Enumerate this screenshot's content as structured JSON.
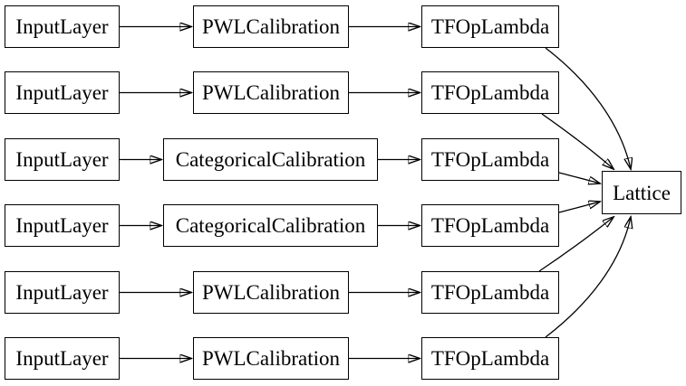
{
  "diagram": {
    "background": "#ffffff",
    "node_fill": "#ffffff",
    "node_border_color": "#000000",
    "edge_color": "#000000",
    "rows": [
      {
        "input": "InputLayer",
        "calibration": "PWLCalibration",
        "lambda": "TFOpLambda"
      },
      {
        "input": "InputLayer",
        "calibration": "PWLCalibration",
        "lambda": "TFOpLambda"
      },
      {
        "input": "InputLayer",
        "calibration": "CategoricalCalibration",
        "lambda": "TFOpLambda"
      },
      {
        "input": "InputLayer",
        "calibration": "CategoricalCalibration",
        "lambda": "TFOpLambda"
      },
      {
        "input": "InputLayer",
        "calibration": "PWLCalibration",
        "lambda": "TFOpLambda"
      },
      {
        "input": "InputLayer",
        "calibration": "PWLCalibration",
        "lambda": "TFOpLambda"
      }
    ],
    "output": "Lattice",
    "edges": [
      [
        "input-1",
        "calibration-1"
      ],
      [
        "calibration-1",
        "tfoplambda-1"
      ],
      [
        "tfoplambda-1",
        "lattice"
      ],
      [
        "input-2",
        "calibration-2"
      ],
      [
        "calibration-2",
        "tfoplambda-2"
      ],
      [
        "tfoplambda-2",
        "lattice"
      ],
      [
        "input-3",
        "calibration-3"
      ],
      [
        "calibration-3",
        "tfoplambda-3"
      ],
      [
        "tfoplambda-3",
        "lattice"
      ],
      [
        "input-4",
        "calibration-4"
      ],
      [
        "calibration-4",
        "tfoplambda-4"
      ],
      [
        "tfoplambda-4",
        "lattice"
      ],
      [
        "input-5",
        "calibration-5"
      ],
      [
        "calibration-5",
        "tfoplambda-5"
      ],
      [
        "tfoplambda-5",
        "lattice"
      ],
      [
        "input-6",
        "calibration-6"
      ],
      [
        "calibration-6",
        "tfoplambda-6"
      ],
      [
        "tfoplambda-6",
        "lattice"
      ]
    ]
  }
}
